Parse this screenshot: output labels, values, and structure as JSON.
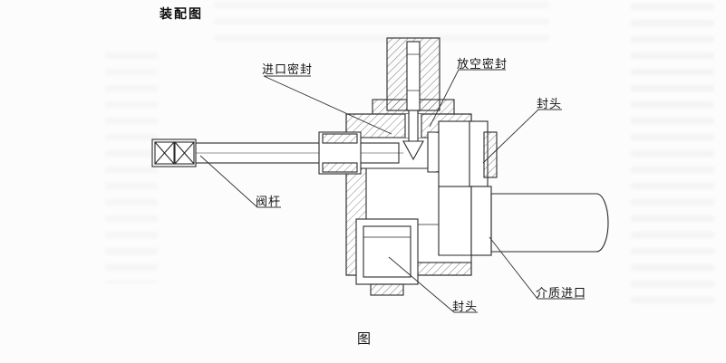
{
  "page": {
    "title": "装配图",
    "caption": "图"
  },
  "labels": {
    "inlet_seal": "进口密封",
    "vent_seal": "放空密封",
    "head_right": "封头",
    "valve_stem": "阀杆",
    "head_bottom": "封头",
    "medium_inlet": "介质进口"
  },
  "drawing": {
    "ink_color": "#2a2a2a",
    "paper_color": "#fcfcfc",
    "parts": [
      "bonnet",
      "valve-body",
      "stem",
      "stem-handle",
      "packing-gland",
      "plug-cone",
      "seal-cup",
      "right-head-cap",
      "bottom-head-cap",
      "inlet-pipe"
    ]
  }
}
